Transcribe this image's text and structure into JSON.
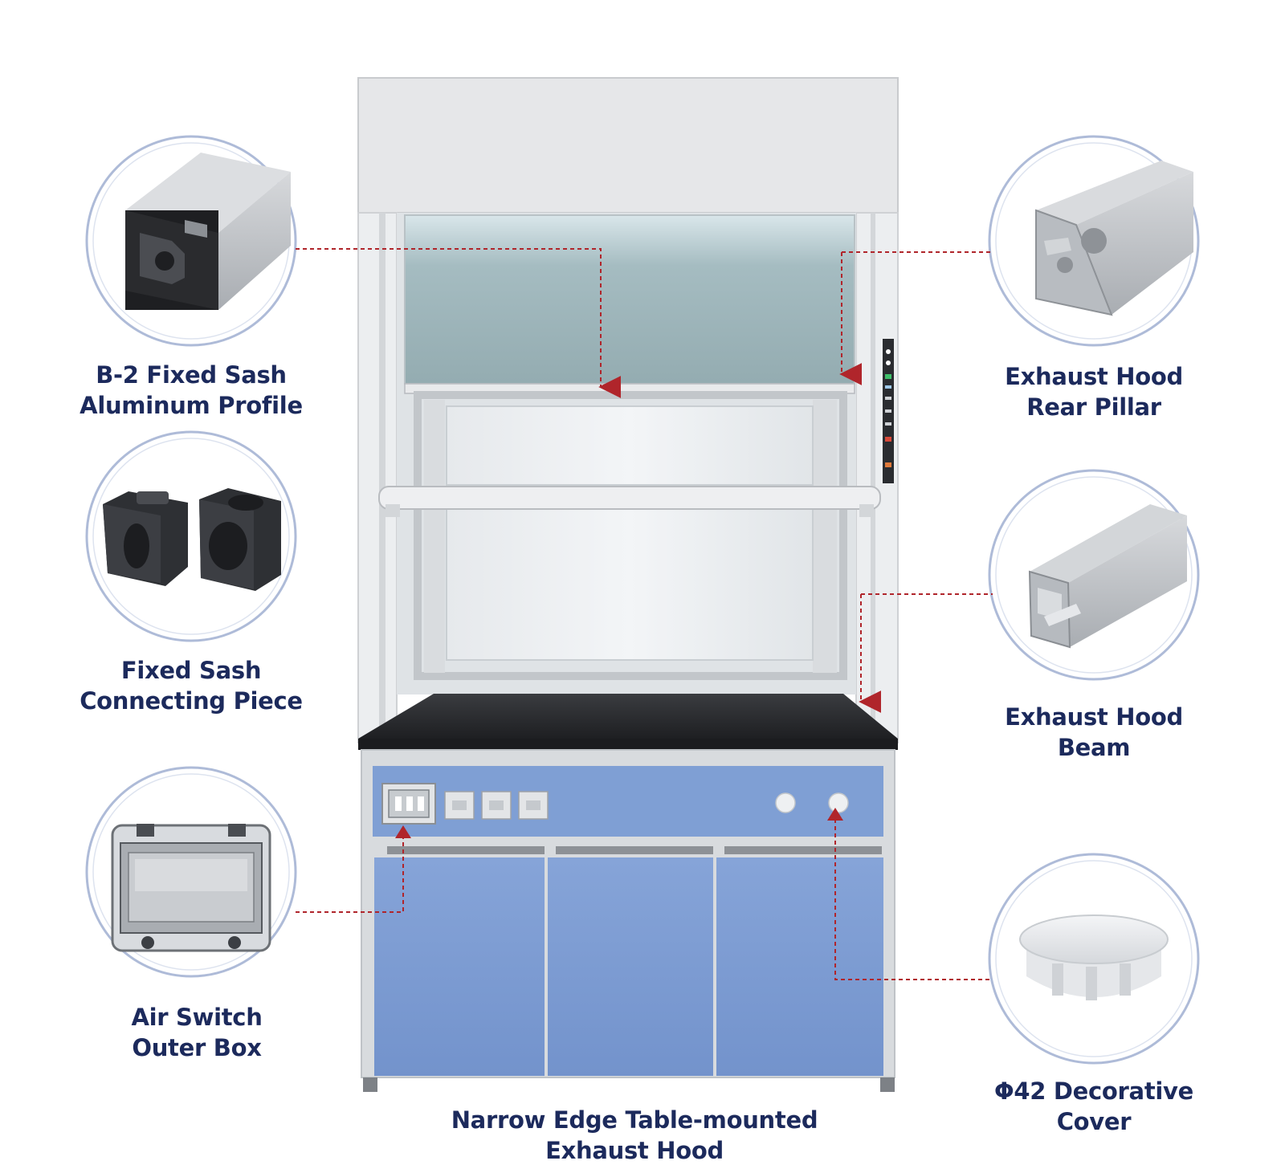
{
  "hood": {
    "title_line1": "Narrow Edge Table-mounted",
    "title_line2": "Exhaust Hood"
  },
  "callouts": {
    "b2_profile": {
      "line1": "B-2 Fixed Sash",
      "line2": "Aluminum Profile",
      "icon": "aluminum-profile-icon"
    },
    "connecting_piece": {
      "line1": "Fixed Sash",
      "line2": "Connecting Piece",
      "icon": "connecting-piece-icon"
    },
    "air_switch": {
      "line1": "Air Switch",
      "line2": "Outer Box",
      "icon": "air-switch-box-icon"
    },
    "rear_pillar": {
      "line1": "Exhaust Hood",
      "line2": "Rear Pillar",
      "icon": "rear-pillar-profile-icon"
    },
    "beam": {
      "line1": "Exhaust Hood",
      "line2": "Beam",
      "icon": "beam-profile-icon"
    },
    "decorative_cover": {
      "line1": "Φ42 Decorative",
      "line2": "Cover",
      "icon": "decorative-cover-icon"
    }
  },
  "colors": {
    "label_text": "#1c2a5c",
    "leader_line": "#b0252b",
    "circle_ring": "#aebbd8",
    "cabinet_blue": "#7f9fd4",
    "worktop": "#2b2d30"
  }
}
